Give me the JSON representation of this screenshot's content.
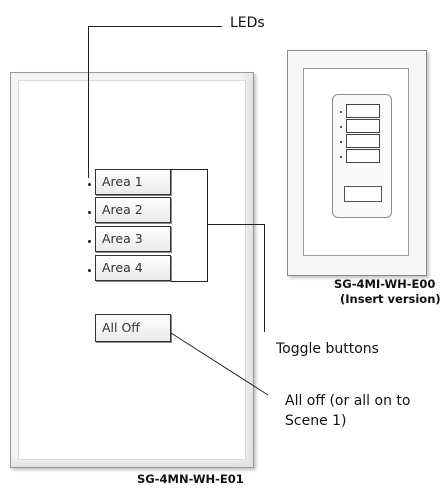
{
  "callouts": {
    "leds": "LEDs",
    "toggle_buttons": "Toggle buttons",
    "all_off_line1": "All off (or all on to",
    "all_off_line2": "Scene 1)"
  },
  "main_keypad": {
    "buttons": [
      "Area 1",
      "Area 2",
      "Area 3",
      "Area 4"
    ],
    "all_off": "All Off",
    "model": "SG-4MN-WH-E01"
  },
  "insert_keypad": {
    "model": "SG-4MI-WH-E00",
    "note": "(Insert version)"
  }
}
